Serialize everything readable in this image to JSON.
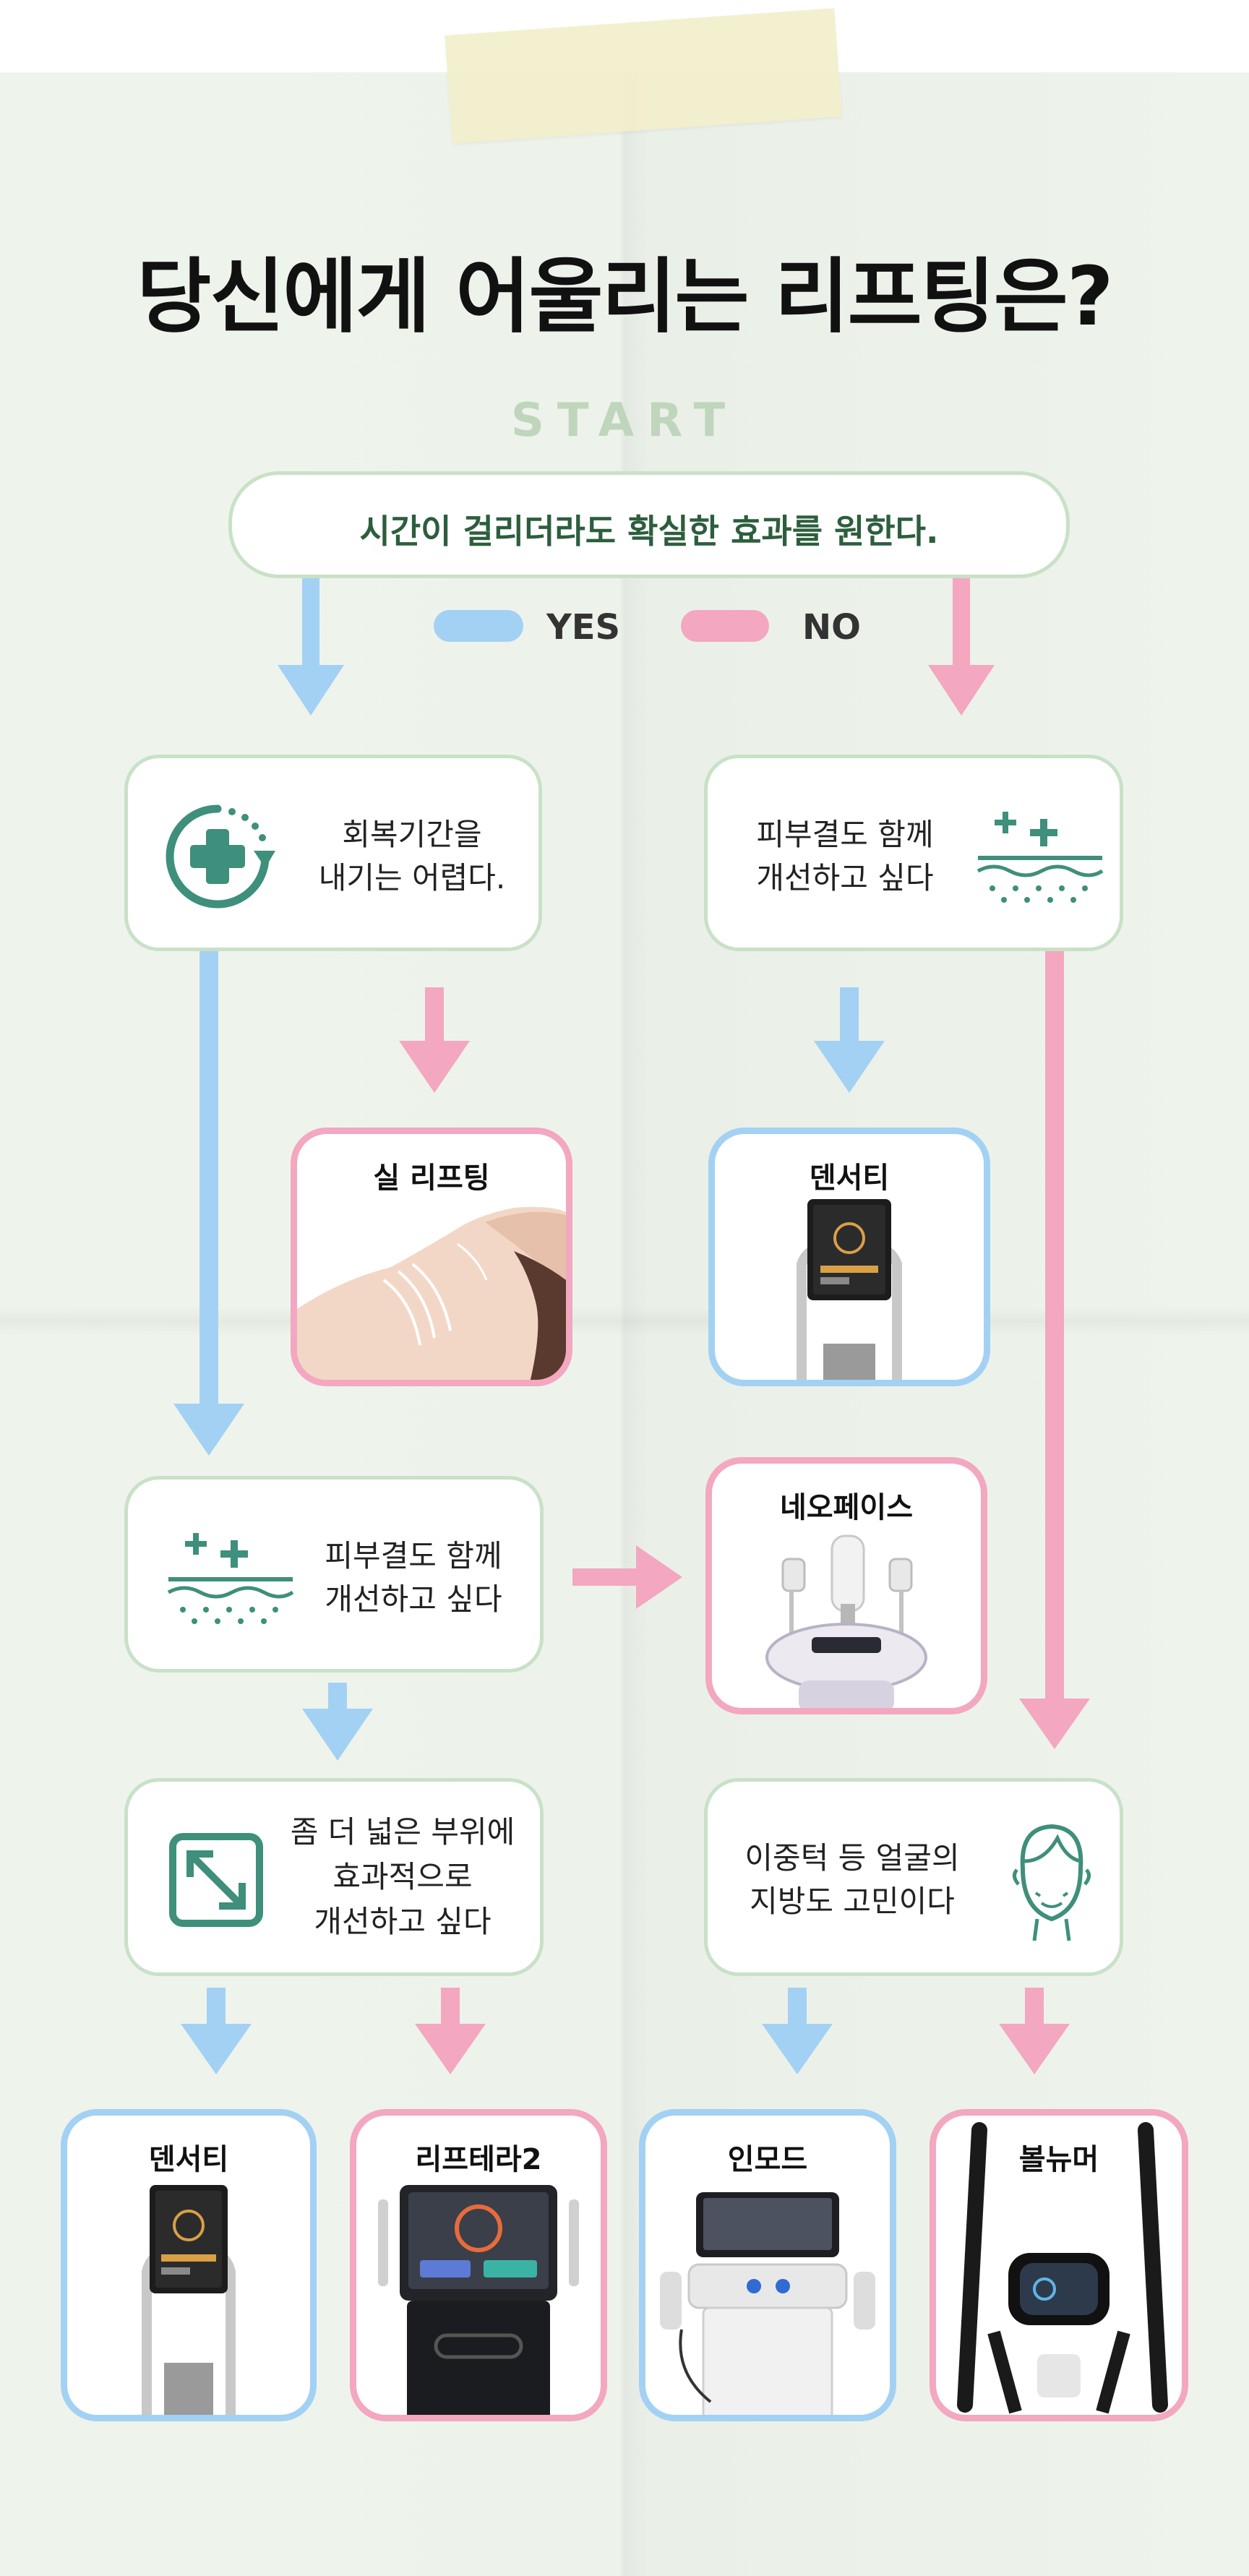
{
  "title": "당신에게 어울리는 리프팅은?",
  "start_label": "START",
  "start_question": "시간이 걸리더라도 확실한 효과를 원한다.",
  "legend": {
    "yes": "YES",
    "no": "NO"
  },
  "colors": {
    "yes": "#a3d1f4",
    "no": "#f3a7c0",
    "box_border": "#c9e1c7",
    "icon": "#3e8f7b"
  },
  "questions": {
    "recovery": [
      "회복기간을",
      "내기는 어렵다."
    ],
    "skin_right": [
      "피부결도 함께",
      "개선하고 싶다"
    ],
    "skin_left": [
      "피부결도 함께",
      "개선하고 싶다"
    ],
    "wide_area": [
      "좀 더 넓은 부위에",
      "효과적으로",
      "개선하고 싶다"
    ],
    "double_chin": [
      "이중턱 등 얼굴의",
      "지방도 고민이다"
    ]
  },
  "results": {
    "thread_lifting": "실 리프팅",
    "density_top": "덴서티",
    "neoface": "네오페이스",
    "density_bottom": "덴서티",
    "liftera2": "리프테라2",
    "inmode": "인모드",
    "volnewmer": "볼뉴머"
  }
}
